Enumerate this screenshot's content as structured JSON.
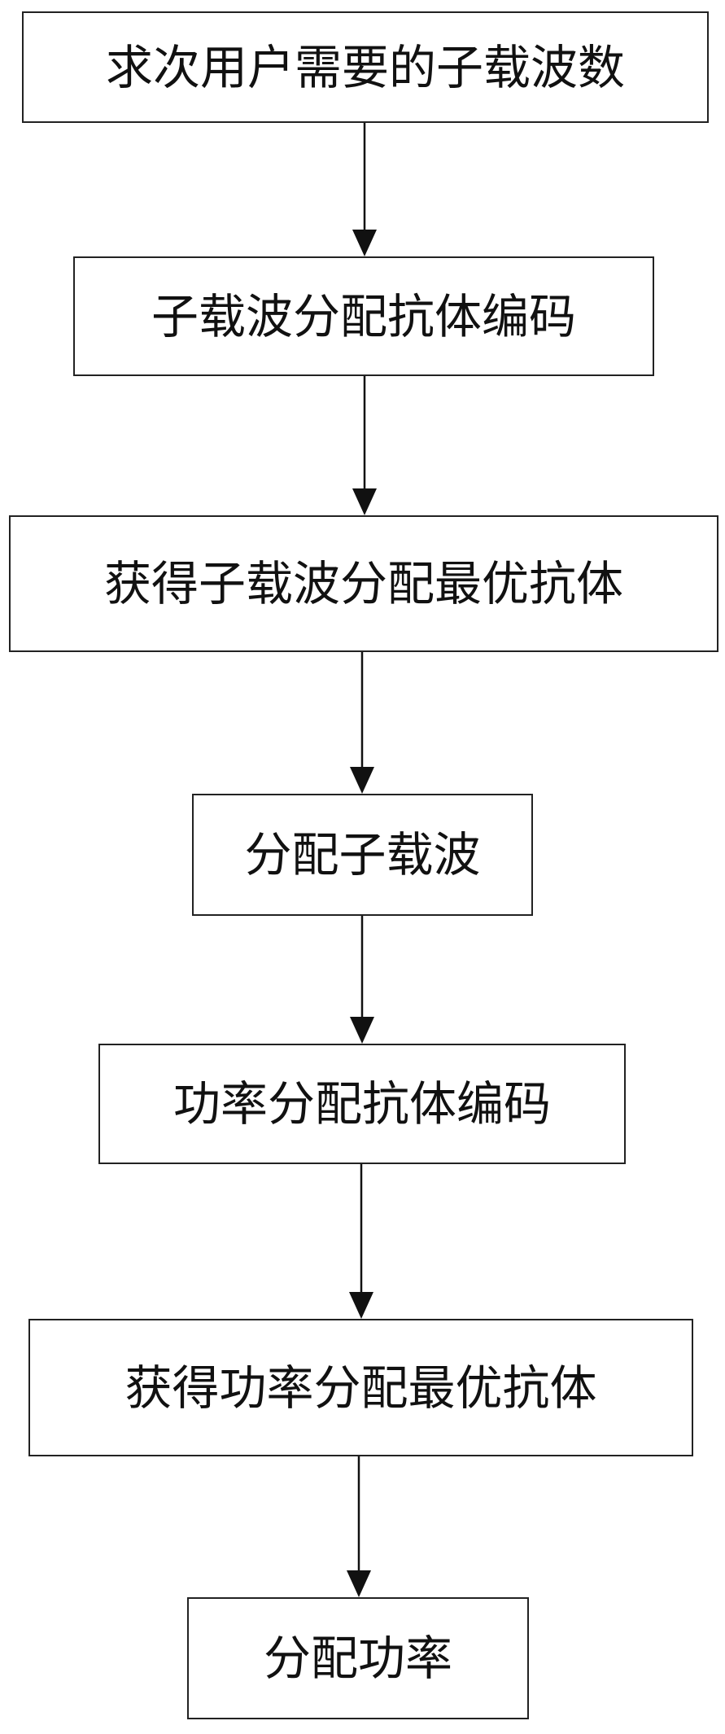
{
  "flowchart": {
    "steps": [
      {
        "label": "求次用户需要的子载波数"
      },
      {
        "label": "子载波分配抗体编码"
      },
      {
        "label": "获得子载波分配最优抗体"
      },
      {
        "label": "分配子载波"
      },
      {
        "label": "功率分配抗体编码"
      },
      {
        "label": "获得功率分配最优抗体"
      },
      {
        "label": "分配功率"
      }
    ],
    "connectors": [
      {
        "from": 1,
        "to": 2
      },
      {
        "from": 2,
        "to": 3
      },
      {
        "from": 3,
        "to": 4
      },
      {
        "from": 4,
        "to": 5
      },
      {
        "from": 5,
        "to": 6
      },
      {
        "from": 6,
        "to": 7
      }
    ],
    "colors": {
      "stroke": "#222222",
      "text": "#111111",
      "background": "#ffffff"
    }
  }
}
